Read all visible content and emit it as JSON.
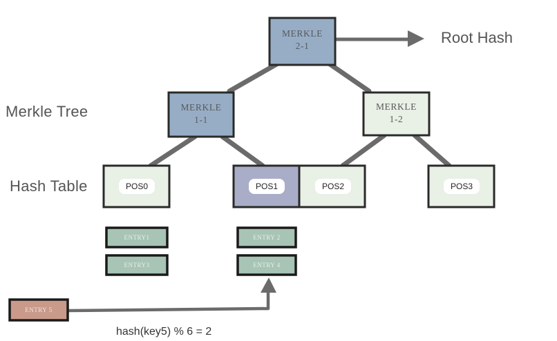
{
  "labels": {
    "root_hash": "Root Hash",
    "merkle_tree": "Merkle Tree",
    "hash_table": "Hash Table",
    "formula": "hash(key5) % 6 = 2"
  },
  "merkle_nodes": {
    "root": {
      "line1": "MERKLE",
      "line2": "2-1"
    },
    "left": {
      "line1": "MERKLE",
      "line2": "1-1"
    },
    "right": {
      "line1": "MERKLE",
      "line2": "1-2"
    }
  },
  "positions": [
    "POS0",
    "POS1",
    "POS2",
    "POS3"
  ],
  "entries": {
    "e1": "ENTRY1",
    "e3": "ENTRY3",
    "e2": "ENTRY 2",
    "e4": "ENTRY 4",
    "e5": "ENTRY 5"
  },
  "colors": {
    "highlight_blue": "#97adc6",
    "highlight_purple": "#a9adc8",
    "pale_green": "#e9f0e6",
    "entry_green": "#a7c4b5",
    "entry_red": "#c99a8a",
    "stroke_dark": "#2a2a2a",
    "connector": "#6b6b6b"
  }
}
